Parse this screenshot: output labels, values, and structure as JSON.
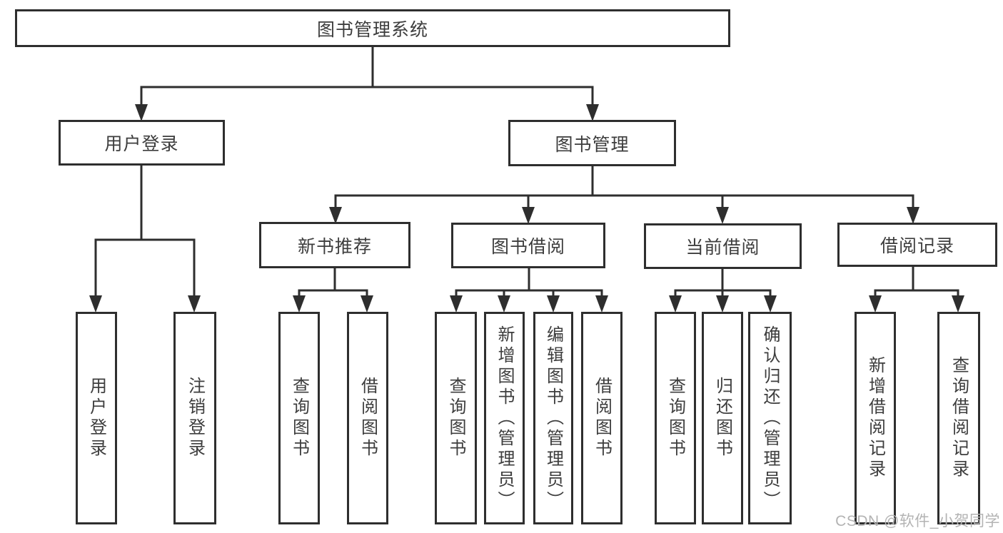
{
  "watermark": "CSDN @软件_小贺同学",
  "colors": {
    "line": "#2e2e2e",
    "box_border": "#2e2e2e",
    "box_background": "#ffffff",
    "text": "#3d3d3d",
    "watermark": "#b3b3b3"
  },
  "tree": {
    "label": "图书管理系统",
    "children": [
      {
        "label": "用户登录",
        "children": [
          {
            "label": "用户登录"
          },
          {
            "label": "注销登录"
          }
        ]
      },
      {
        "label": "图书管理",
        "children": [
          {
            "label": "新书推荐",
            "children": [
              {
                "label": "查询图书"
              },
              {
                "label": "借阅图书"
              }
            ]
          },
          {
            "label": "图书借阅",
            "children": [
              {
                "label": "查询图书"
              },
              {
                "label": "新增图书（管理员）"
              },
              {
                "label": "编辑图书（管理员）"
              },
              {
                "label": "借阅图书"
              }
            ]
          },
          {
            "label": "当前借阅",
            "children": [
              {
                "label": "查询图书"
              },
              {
                "label": "归还图书"
              },
              {
                "label": "确认归还（管理员）"
              }
            ]
          },
          {
            "label": "借阅记录",
            "children": [
              {
                "label": "新增借阅记录"
              },
              {
                "label": "查询借阅记录"
              }
            ]
          }
        ]
      }
    ]
  }
}
